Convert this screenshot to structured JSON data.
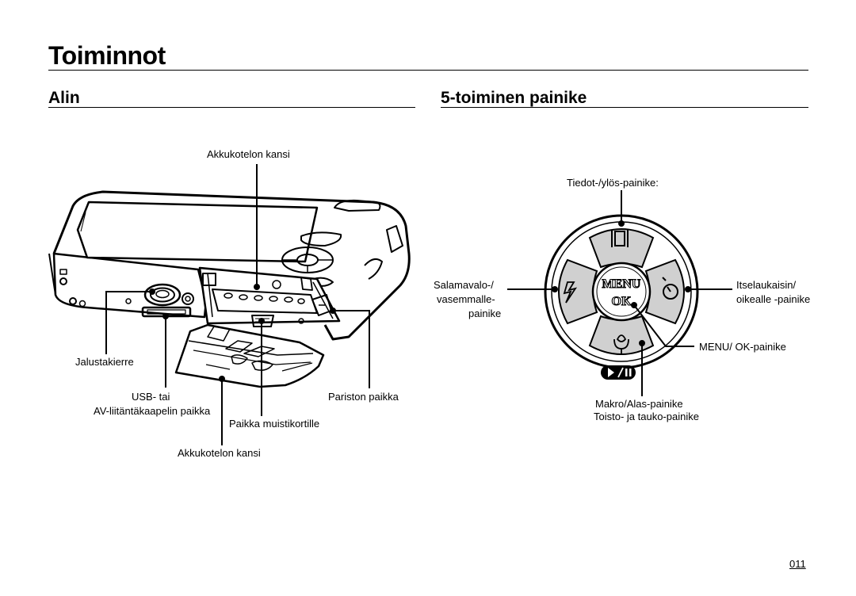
{
  "page": {
    "title": "Toiminnot",
    "page_number": "011"
  },
  "left_section": {
    "heading": "Alin",
    "labels": {
      "battery_cover_top": "Akkukotelon kansi",
      "tripod_socket": "Jalustakierre",
      "usb_av_line1": "USB- tai",
      "usb_av_line2": "AV-liitäntäkaapelin paikka",
      "battery_slot": "Pariston paikka",
      "memory_card_slot": "Paikka muistikortille",
      "battery_cover_bottom": "Akkukotelon kansi"
    }
  },
  "right_section": {
    "heading": "5-toiminen painike",
    "labels": {
      "info_up": "Tiedot-/ylös-painike:",
      "flash_left_line1": "Salamavalo-/",
      "flash_left_line2": "vasemmalle-",
      "flash_left_line3": "painike",
      "self_timer_line1": "Itselaukaisin/",
      "self_timer_line2": "oikealle -painike",
      "menu_ok": "MENU/ OK-painike",
      "macro_down": "Makro/Alas-painike",
      "play_pause": "Toisto- ja tauko-painike"
    },
    "button_texts": {
      "menu": "MENU",
      "ok": "OK"
    }
  },
  "icons": [
    "camera-bottom-illustration",
    "display-icon",
    "flash-icon",
    "self-timer-icon",
    "macro-icon",
    "play-pause-icon"
  ]
}
